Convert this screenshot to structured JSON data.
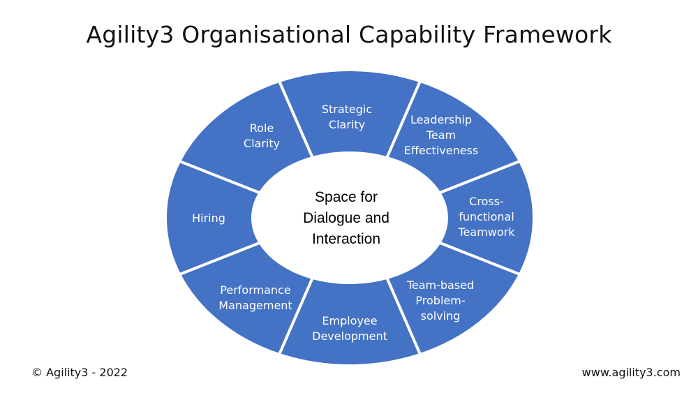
{
  "title": "Agility3 Organisational Capability Framework",
  "center": {
    "lines": [
      "Space for",
      "Dialogue and",
      "Interaction"
    ]
  },
  "segments": [
    {
      "id": "strategic-clarity",
      "lines": [
        "Strategic",
        "Clarity"
      ]
    },
    {
      "id": "leadership-team-effectiveness",
      "lines": [
        "Leadership",
        "Team",
        "Effectiveness"
      ]
    },
    {
      "id": "cross-functional-teamwork",
      "lines": [
        "Cross-",
        "functional",
        "Teamwork"
      ]
    },
    {
      "id": "team-based-problem-solving",
      "lines": [
        "Team-based",
        "Problem-",
        "solving"
      ]
    },
    {
      "id": "employee-development",
      "lines": [
        "Employee",
        "Development"
      ]
    },
    {
      "id": "performance-management",
      "lines": [
        "Performance",
        "Management"
      ]
    },
    {
      "id": "hiring",
      "lines": [
        "Hiring"
      ]
    },
    {
      "id": "role-clarity",
      "lines": [
        "Role",
        "Clarity"
      ]
    }
  ],
  "footer": {
    "copyright": "© Agility3 - 2022",
    "website": "www.agility3.com"
  },
  "colors": {
    "segment_fill": "#4472C4",
    "segment_stroke": "#ffffff",
    "center_fill": "#ffffff"
  }
}
